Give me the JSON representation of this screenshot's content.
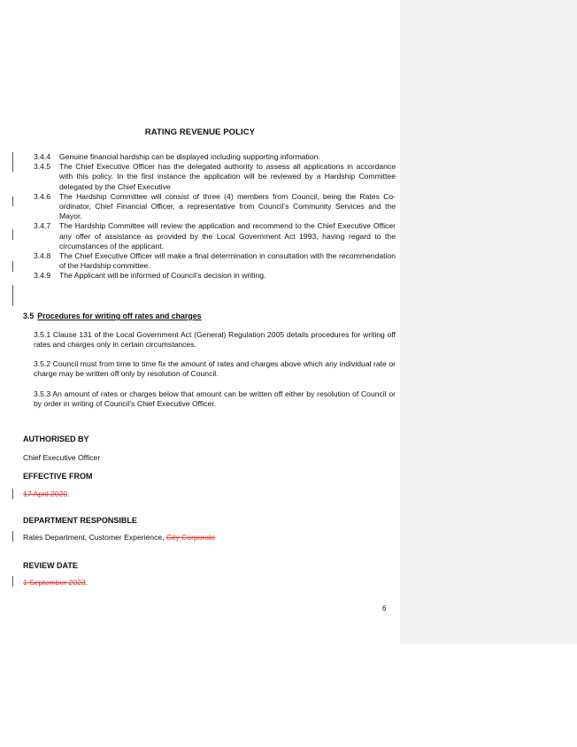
{
  "document": {
    "title": "RATING REVENUE POLICY",
    "items": [
      {
        "num": "3.4.4",
        "text": "Genuine financial hardship can be displayed including supporting information."
      },
      {
        "num": "3.4.5",
        "text": "The Chief Executive Officer has the delegated authority to assess all applications in accordance with this policy. In the first instance the application will be reviewed by a Hardship Committee delegated by the Chief Executive"
      },
      {
        "num": "3.4.6",
        "text": "The Hardship Committee will consist of three (4) members from Council, being the Rates Co-ordinator, Chief Financial Officer, a representative from Council’s Community Services and the Mayor."
      },
      {
        "num": "3.4.7",
        "text": "The Hardship Committee will review the application and recommend to the Chief Executive Officer any offer of assistance as provided by the Local Government Act 1993, having regard to the circumstances of the applicant."
      },
      {
        "num": "3.4.8",
        "text": "The Chief Executive Officer will make a final determination in consultation with the recommendation of the Hardship committee."
      },
      {
        "num": "3.4.9",
        "text": "The Applicant will be informed of Council’s decision in writing."
      }
    ],
    "section": {
      "num": "3.5",
      "title": "Procedures for writing off rates and charges",
      "paragraphs": [
        "3.5.1 Clause 131 of the Local Government Act (General) Regulation 2005 details procedures for writing off rates and charges only in certain circumstances.",
        "3.5.2 Council must from time to time fix the amount of rates and charges above which any individual rate or charge may be written off only by resolution of Council.",
        "3.5.3 An amount of rates or charges below that amount can be written off either by resolution of Council or by order in writing of Council’s Chief Executive Officer."
      ]
    },
    "authorised_by": {
      "heading": "AUTHORISED BY",
      "value": "Chief Executive Officer"
    },
    "effective_from": {
      "heading": "EFFECTIVE FROM",
      "deleted": "17 April 2020",
      "suffix": "."
    },
    "department": {
      "heading": "DEPARTMENT RESPONSIBLE",
      "value": "Rates Department, Customer Experience, ",
      "deleted": "City Corporate"
    },
    "review_date": {
      "heading": "REVIEW DATE",
      "deleted": "1 September 2023",
      "suffix": "."
    },
    "page_number": "6"
  },
  "colors": {
    "deletion": "#e03a3a",
    "margin_pane": "#f2f2f2",
    "changebar": "#555555"
  }
}
